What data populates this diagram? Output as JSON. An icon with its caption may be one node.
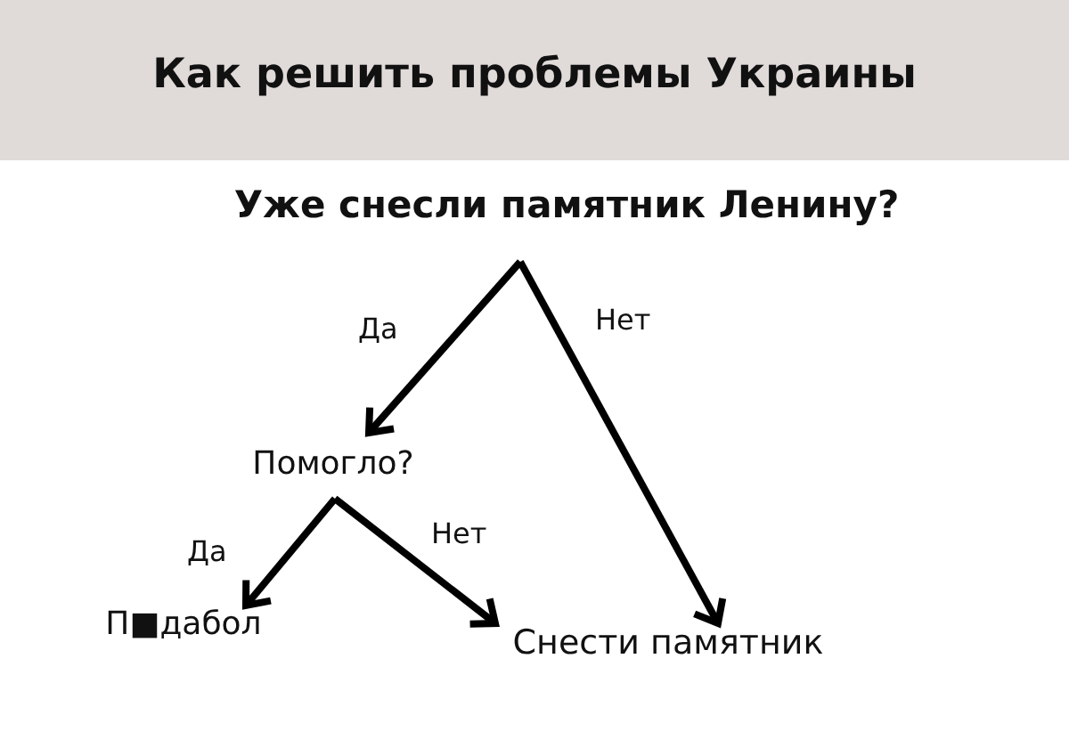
{
  "diagram": {
    "title": "Как решить проблемы Украины",
    "nodes": [
      {
        "text": [
          "Уже снесли памятник Ленину?"
        ]
      },
      {
        "text": [
          "Помогло?"
        ]
      },
      {
        "text": [
          "П■дабол"
        ]
      },
      {
        "text": [
          "Снести памятник"
        ]
      }
    ],
    "edges": [
      {
        "from": 0,
        "to": 1,
        "arrow": "to",
        "label": "Да"
      },
      {
        "from": 0,
        "to": 3,
        "arrow": "to",
        "label": "Нет"
      },
      {
        "from": 1,
        "to": 2,
        "arrow": "to",
        "label": "Да"
      },
      {
        "from": 1,
        "to": 3,
        "arrow": "to",
        "label": "Нет"
      }
    ]
  }
}
